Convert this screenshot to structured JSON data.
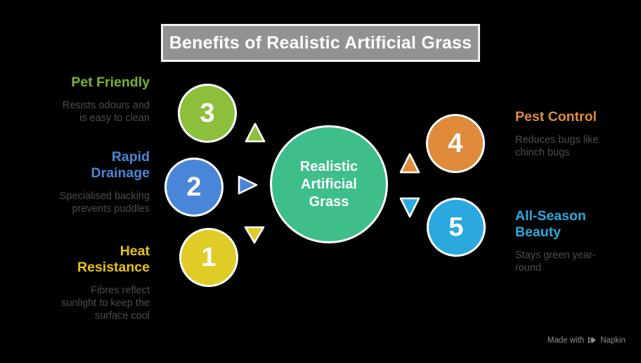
{
  "background": "#000000",
  "title_bar": {
    "text": "Benefits of Realistic Artificial Grass",
    "fill": "#929292",
    "border": "#F2F2F2",
    "text_color": "#FFFFFF"
  },
  "center": {
    "label": "Realistic\nArtificial\nGrass",
    "fill": "#3DBE8B"
  },
  "desc_color": "#4D4D4D",
  "items": [
    {
      "number": "1",
      "title": "Heat\nResistance",
      "desc": "Fibres reflect\nsunlight to keep the\nsurface cool",
      "fill": "#DFCC26",
      "title_color": "#E7C414",
      "arrow": "down"
    },
    {
      "number": "2",
      "title": "Rapid\nDrainage",
      "desc": "Specialised backing\nprevents puddles",
      "fill": "#4A86D8",
      "title_color": "#4A86D8",
      "arrow": "right"
    },
    {
      "number": "3",
      "title": "Pet Friendly",
      "desc": "Resists odours and\nis easy to clean",
      "fill": "#8CC03C",
      "title_color": "#7DB32B",
      "arrow": "up"
    },
    {
      "number": "4",
      "title": "Pest Control",
      "desc": "Reduces bugs like\nchinch bugs",
      "fill": "#DF8B3B",
      "title_color": "#DF8B3B",
      "arrow": "up"
    },
    {
      "number": "5",
      "title": "All-Season\nBeauty",
      "desc": "Stays green year-\nround",
      "fill": "#2BA9DF",
      "title_color": "#2BA9DF",
      "arrow": "down"
    }
  ],
  "watermark": {
    "prefix": "Made with",
    "brand": "Napkin",
    "color": "#8E8E8E"
  }
}
